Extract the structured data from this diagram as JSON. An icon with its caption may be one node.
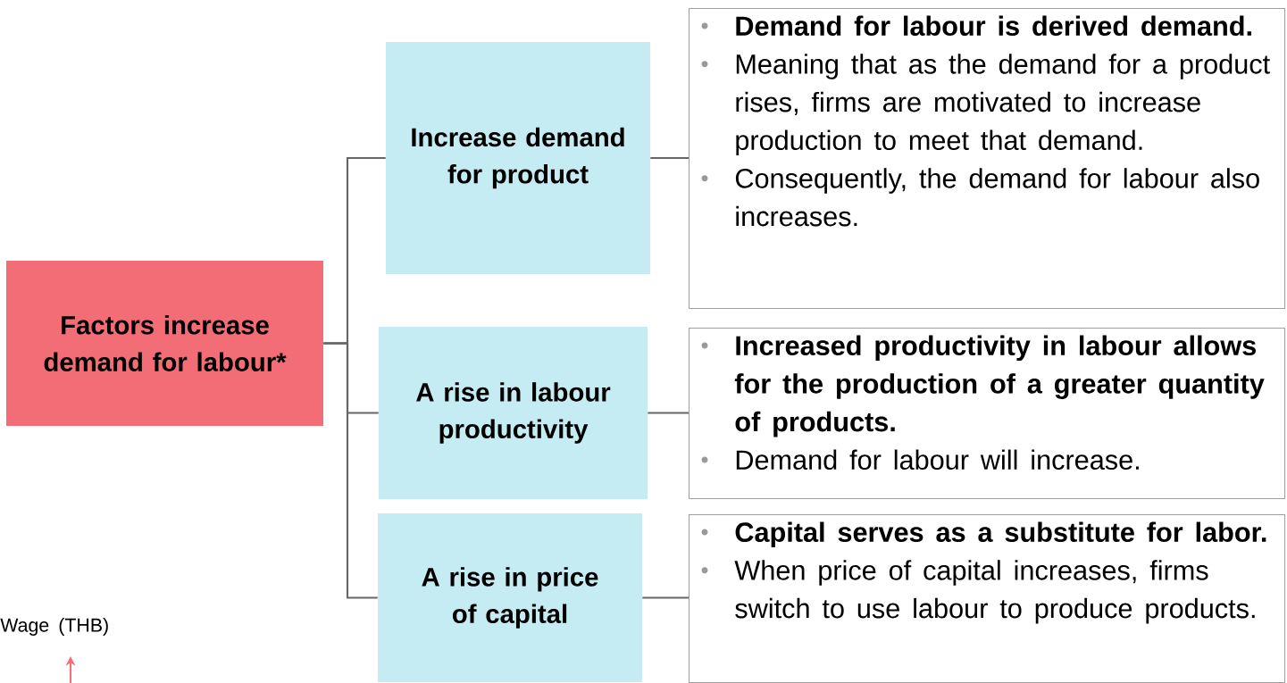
{
  "diagram": {
    "nodes": [
      {
        "text": [
          "Factors increase demand for labour*"
        ]
      },
      {
        "text": [
          "Increase demand for product"
        ]
      },
      {
        "text": [
          "Demand for labour is derived demand.",
          "Meaning that as the demand for a product rises, firms are motivated to increase production to meet that demand.",
          "Consequently, the demand for labour also increases."
        ]
      },
      {
        "text": [
          "A rise in labour productivity"
        ]
      },
      {
        "text": [
          "Increased productivity in labour allows for the production of a greater quantity of products.",
          "Demand for labour will increase."
        ]
      },
      {
        "text": [
          "A rise in price of capital"
        ]
      },
      {
        "text": [
          "Capital serves as a substitute for labor.",
          "When price of capital increases, firms switch to use labour to produce products."
        ]
      }
    ],
    "edges": [
      {
        "from": 0,
        "to": 1,
        "arrow": "none"
      },
      {
        "from": 0,
        "to": 3,
        "arrow": "none"
      },
      {
        "from": 0,
        "to": 5,
        "arrow": "none"
      },
      {
        "from": 1,
        "to": 2,
        "arrow": "none"
      },
      {
        "from": 3,
        "to": 4,
        "arrow": "none"
      },
      {
        "from": 5,
        "to": 6,
        "arrow": "none"
      }
    ],
    "labels": [
      "Wage (THB)"
    ]
  }
}
